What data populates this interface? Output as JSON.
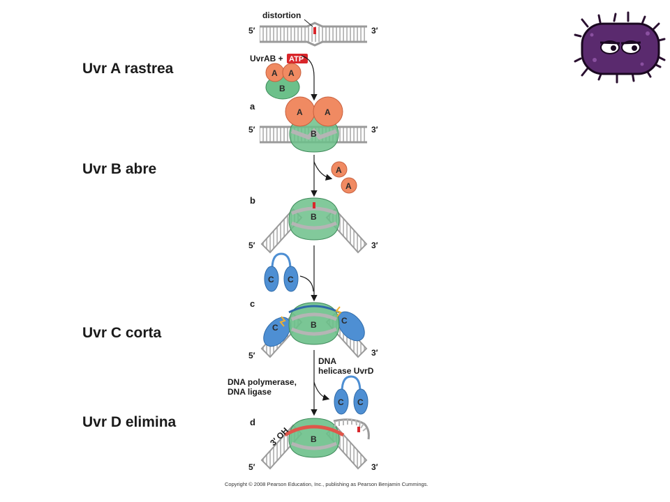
{
  "side_labels": [
    "Uvr A rastrea",
    "Uvr B abre",
    "Uvr C corta",
    "Uvr D elimina"
  ],
  "diagram": {
    "distortion_label": "distortion",
    "five_prime": "5′",
    "three_prime": "3′",
    "uvrab_label": "UvrAB +",
    "atp_label": "ATP",
    "step_a": "a",
    "step_b": "b",
    "step_c": "c",
    "step_d": "d",
    "protein_a": "A",
    "protein_b": "B",
    "protein_c": "C",
    "helicase_line1": "DNA",
    "helicase_line2": "helicase UvrD",
    "polymerase_line1": "DNA polymerase,",
    "polymerase_line2": "DNA ligase",
    "three_oh": "3′ OH"
  },
  "copyright": "Copyright © 2008 Pearson Education, Inc., publishing as Pearson Benjamin Cummings.",
  "colors": {
    "uvrA": "#f08a62",
    "uvrB": "#6cc08a",
    "uvrC": "#4e8fd3",
    "dna": "#b5b5b5",
    "atp": "#d9262b",
    "lesion": "#d9262b",
    "mascot": "#5a2a6e"
  },
  "icons": [
    "purple-germ-mascot-icon"
  ]
}
